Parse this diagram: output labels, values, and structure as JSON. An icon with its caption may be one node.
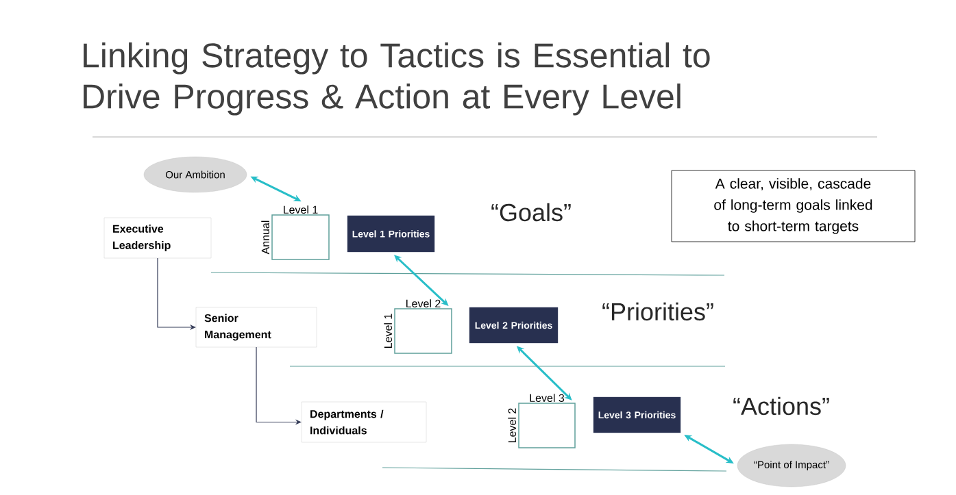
{
  "diagram": {
    "title": "Linking Strategy to Tactics is Essential to Drive Progress & Action at Every Level",
    "nodes": [
      {
        "text": [
          "Our Ambition"
        ]
      },
      {
        "text": [
          "Executive Leadership"
        ]
      },
      {
        "text": [],
        "shape": "box",
        "beside": [
          "Level 1",
          "Annual"
        ]
      },
      {
        "text": [
          "Level 1 Priorities"
        ]
      },
      {
        "text": [
          "“Goals”"
        ]
      },
      {
        "text": [
          "A clear, visible, cascade of long-term goals linked to short-term targets"
        ]
      },
      {
        "text": [
          "Senior Management"
        ]
      },
      {
        "text": [],
        "shape": "box",
        "beside": [
          "Level 2",
          "Level 1"
        ]
      },
      {
        "text": [
          "Level 2 Priorities"
        ]
      },
      {
        "text": [
          "“Priorities”"
        ]
      },
      {
        "text": [
          "Departments / Individuals"
        ]
      },
      {
        "text": [],
        "shape": "box",
        "beside": [
          "Level 3",
          "Level 2"
        ]
      },
      {
        "text": [
          "Level 3 Priorities"
        ]
      },
      {
        "text": [
          "“Actions”"
        ]
      },
      {
        "text": [
          "“Point of Impact”"
        ]
      }
    ],
    "edges": [
      {
        "from": 0,
        "to": 2,
        "arrow": "both"
      },
      {
        "from": 3,
        "to": 7,
        "arrow": "both"
      },
      {
        "from": 8,
        "to": 11,
        "arrow": "both"
      },
      {
        "from": 12,
        "to": 14,
        "arrow": "both"
      },
      {
        "from": 1,
        "to": 6,
        "arrow": "to",
        "color": "#333a56"
      },
      {
        "from": 6,
        "to": 10,
        "arrow": "to",
        "color": "#333a56"
      }
    ]
  }
}
